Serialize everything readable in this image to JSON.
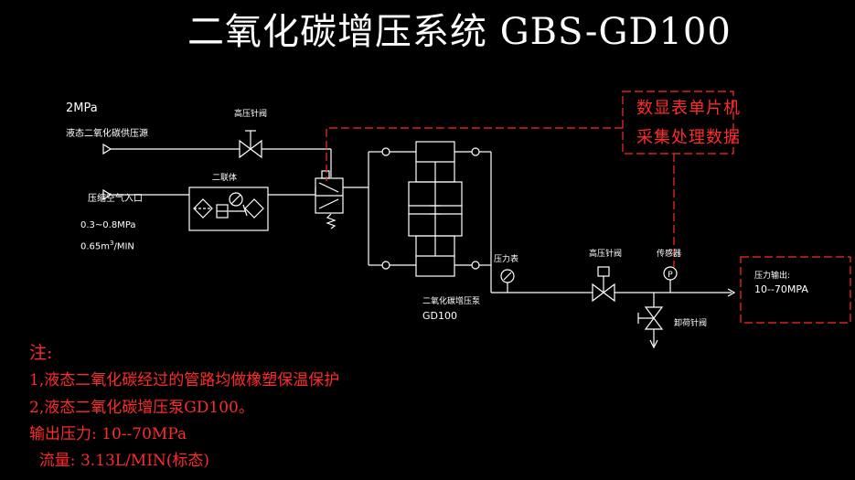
{
  "title": "二氧化碳增压系统 GBS-GD100",
  "inputs": {
    "co2_pressure": "2MPa",
    "co2_source": "液态二氧化碳供压源",
    "air_inlet": "压缩空气入口",
    "air_pressure": "0.3~0.8MPa",
    "air_flow_prefix": "0.65m",
    "air_flow_sup": "3",
    "air_flow_suffix": "/MIN"
  },
  "components": {
    "hp_valve_top": "高压针阀",
    "duplex": "二联体",
    "pump_name": "二氧化碳增压泵",
    "pump_model": "GD100",
    "pressure_gauge": "压力表",
    "hp_valve_outlet": "高压针阀",
    "sensor": "传感器",
    "relief_valve": "卸荷针阀",
    "sensor_symbol": "P"
  },
  "daq_box": {
    "line1": "数显表单片机",
    "line2": "采集处理数据"
  },
  "output_box": {
    "label": "压力输出:",
    "value": "10--70MPA"
  },
  "notes": {
    "heading": "注:",
    "line1": "1,液态二氧化碳经过的管路均做橡塑保温保护",
    "line2": "2,液态二氧化碳增压泵GD100。",
    "line3": "输出压力: 10--70MPa",
    "line4": "  流量: 3.13L/MIN(标态)"
  },
  "colors": {
    "background": "#000000",
    "line": "#ffffff",
    "signal": "#ff2a2a"
  }
}
